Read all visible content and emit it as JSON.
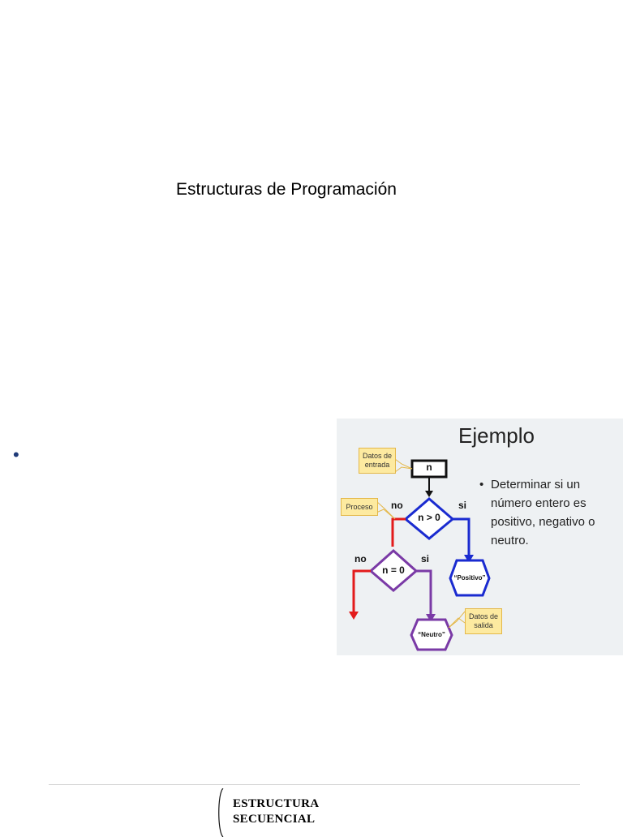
{
  "page": {
    "title": "Estructuras de Programación",
    "bullet": "•"
  },
  "example": {
    "heading": "Ejemplo",
    "description_bullet": "•",
    "description": "Determinar si un número entero es positivo, negativo o neutro.",
    "callouts": {
      "input": "Datos de entrada",
      "process": "Proceso",
      "output": "Datos de salida"
    },
    "nodes": {
      "input_var": "n",
      "decision1": "n > 0",
      "decision2": "n = 0",
      "output_positive": "“Positivo”",
      "output_neutral": "“Neutro”"
    },
    "branch_labels": {
      "d1_no": "no",
      "d1_si": "si",
      "d2_no": "no",
      "d2_si": "si"
    },
    "colors": {
      "red": "#e31b1b",
      "blue": "#1a2bd0",
      "purple": "#7a3aa6",
      "callout": "#fdeaa0"
    }
  },
  "footer": {
    "line1": "ESTRUCTURA",
    "line2": "SECUENCIAL"
  }
}
